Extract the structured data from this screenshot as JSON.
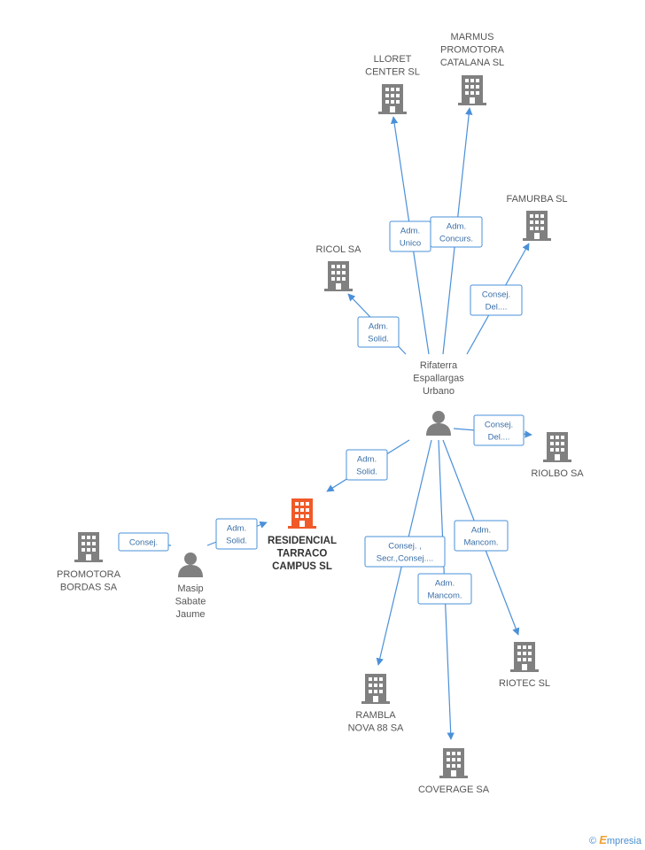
{
  "colors": {
    "edge": "#4a90d9",
    "node": "#808080",
    "highlight": "#f05a28"
  },
  "nodes": [
    {
      "id": "lloret",
      "type": "company",
      "label": [
        "LLORET",
        "CENTER SL"
      ]
    },
    {
      "id": "marmus",
      "type": "company",
      "label": [
        "MARMUS",
        "PROMOTORA",
        "CATALANA SL"
      ]
    },
    {
      "id": "famurba",
      "type": "company",
      "label": [
        "FAMURBA SL"
      ]
    },
    {
      "id": "ricol",
      "type": "company",
      "label": [
        "RICOL SA"
      ]
    },
    {
      "id": "rifaterra",
      "type": "person",
      "label": [
        "Rifaterra",
        "Espallargas",
        "Urbano"
      ]
    },
    {
      "id": "riolbo",
      "type": "company",
      "label": [
        "RIOLBO SA"
      ]
    },
    {
      "id": "residencial",
      "type": "company",
      "main": true,
      "label": [
        "RESIDENCIAL",
        "TARRACO",
        "CAMPUS SL"
      ]
    },
    {
      "id": "promotora",
      "type": "company",
      "label": [
        "PROMOTORA",
        "BORDAS SA"
      ]
    },
    {
      "id": "masip",
      "type": "person",
      "label": [
        "Masip",
        "Sabate",
        "Jaume"
      ]
    },
    {
      "id": "riotec",
      "type": "company",
      "label": [
        "RIOTEC SL"
      ]
    },
    {
      "id": "rambla",
      "type": "company",
      "label": [
        "RAMBLA",
        "NOVA 88 SA"
      ]
    },
    {
      "id": "coverage",
      "type": "company",
      "label": [
        "COVERAGE SA"
      ]
    }
  ],
  "edges": [
    {
      "from": "rifaterra",
      "to": "lloret",
      "label": [
        "Adm.",
        "Unico"
      ]
    },
    {
      "from": "rifaterra",
      "to": "marmus",
      "label": [
        "Adm.",
        "Concurs."
      ]
    },
    {
      "from": "rifaterra",
      "to": "famurba",
      "label": [
        "Consej.",
        "Del...."
      ]
    },
    {
      "from": "rifaterra",
      "to": "ricol",
      "label": [
        "Adm.",
        "Solid."
      ]
    },
    {
      "from": "rifaterra",
      "to": "riolbo",
      "label": [
        "Consej.",
        "Del...."
      ]
    },
    {
      "from": "rifaterra",
      "to": "residencial",
      "label": [
        "Adm.",
        "Solid."
      ]
    },
    {
      "from": "rifaterra",
      "to": "rambla",
      "label": [
        "Consej. ,",
        "Secr.,Consej...."
      ]
    },
    {
      "from": "rifaterra",
      "to": "coverage",
      "label": [
        "Adm.",
        "Mancom."
      ]
    },
    {
      "from": "rifaterra",
      "to": "riotec",
      "label": [
        "Adm.",
        "Mancom."
      ]
    },
    {
      "from": "masip",
      "to": "residencial",
      "label": [
        "Adm.",
        "Solid."
      ]
    },
    {
      "from": "masip",
      "to": "promotora",
      "label": [
        "Consej."
      ]
    }
  ],
  "watermark": {
    "copyright": "©",
    "brand_initial": "E",
    "brand_rest": "mpresia"
  }
}
